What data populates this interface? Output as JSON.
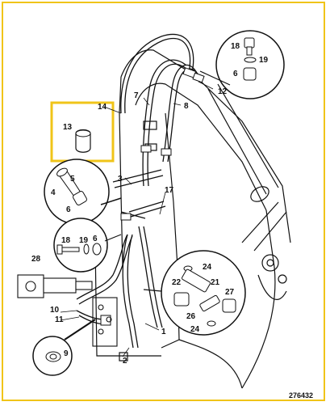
{
  "diagram": {
    "reference_number": "276432",
    "highlight_color": "#f0c419",
    "line_color": "#111111",
    "part_labels": [
      {
        "id": "p18a",
        "text": "18"
      },
      {
        "id": "p19a",
        "text": "19"
      },
      {
        "id": "p6a",
        "text": "6"
      },
      {
        "id": "p12",
        "text": "12"
      },
      {
        "id": "p7",
        "text": "7"
      },
      {
        "id": "p8",
        "text": "8"
      },
      {
        "id": "p14",
        "text": "14"
      },
      {
        "id": "p13",
        "text": "13"
      },
      {
        "id": "p5",
        "text": "5"
      },
      {
        "id": "p4",
        "text": "4"
      },
      {
        "id": "p6b",
        "text": "6"
      },
      {
        "id": "p3",
        "text": "3"
      },
      {
        "id": "p17",
        "text": "17"
      },
      {
        "id": "p18b",
        "text": "18"
      },
      {
        "id": "p19b",
        "text": "19"
      },
      {
        "id": "p6c",
        "text": "6"
      },
      {
        "id": "p28",
        "text": "28"
      },
      {
        "id": "p24a",
        "text": "24"
      },
      {
        "id": "p22",
        "text": "22"
      },
      {
        "id": "p21",
        "text": "21"
      },
      {
        "id": "p27",
        "text": "27"
      },
      {
        "id": "p26",
        "text": "26"
      },
      {
        "id": "p24b",
        "text": "24"
      },
      {
        "id": "p10",
        "text": "10"
      },
      {
        "id": "p11",
        "text": "11"
      },
      {
        "id": "p1",
        "text": "1"
      },
      {
        "id": "p2",
        "text": "2"
      },
      {
        "id": "p9",
        "text": "9"
      }
    ]
  }
}
